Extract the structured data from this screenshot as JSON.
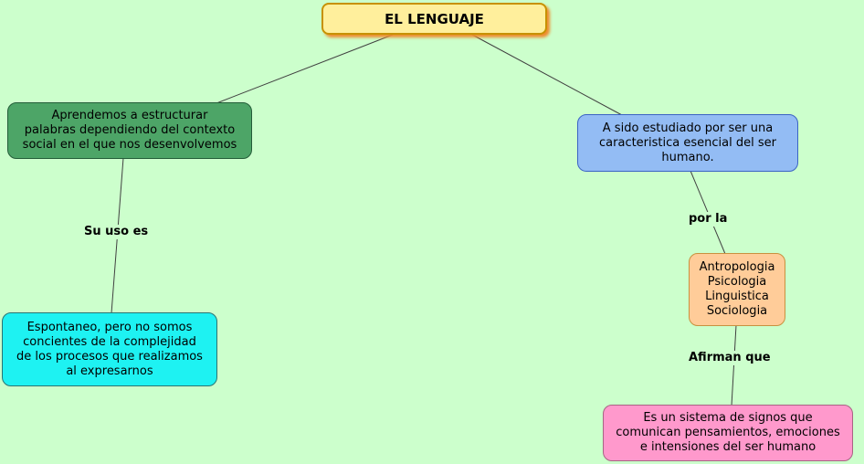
{
  "canvas": {
    "background": "#ccffcc",
    "line_color": "#404040"
  },
  "nodes": {
    "title": {
      "label": "EL LENGUAJE",
      "bg": "#ffef9c",
      "border": "#c79100",
      "shadow": "#ef8b2d"
    },
    "context": {
      "label": "Aprendemos a estructurar\npalabras dependiendo del contexto\nsocial en el que nos desenvolvemos",
      "bg": "#4da567",
      "border": "#235c38"
    },
    "studied": {
      "label": "A sido estudiado por ser una\ncaracteristica esencial del ser\nhumano.",
      "bg": "#93bcf4",
      "border": "#3b63c4"
    },
    "disciplines": {
      "label": "Antropologia\nPsicologia\nLinguistica\nSociologia",
      "bg": "#ffcc99",
      "border": "#c8913f"
    },
    "spontaneous": {
      "label": "Espontaneo, pero no somos\nconcientes de la complejidad\nde los procesos que realizamos\nal expresarnos",
      "bg": "#1ef2f2",
      "border": "#2a7474"
    },
    "system": {
      "label": "Es un sistema de signos que\ncomunican pensamientos, emociones\ne intensiones del ser humano",
      "bg": "#ff99cc",
      "border": "#a86484"
    }
  },
  "link_labels": {
    "su_uso_es": "Su uso es",
    "por_la": "por la",
    "afirman_que": "Afirman que"
  }
}
